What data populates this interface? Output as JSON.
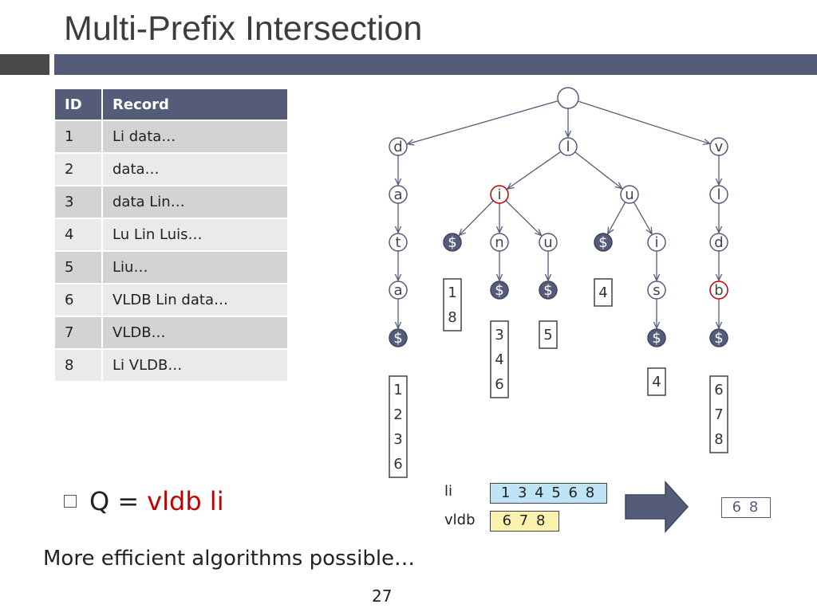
{
  "slide": {
    "title": "Multi-Prefix Intersection",
    "page_number": "27",
    "footer_text": "More efficient algorithms possible…"
  },
  "table": {
    "headers": [
      "ID",
      "Record"
    ],
    "rows": [
      [
        "1",
        "Li data…"
      ],
      [
        "2",
        "data…"
      ],
      [
        "3",
        "data Lin…"
      ],
      [
        "4",
        "Lu Lin Luis…"
      ],
      [
        "5",
        "Liu…"
      ],
      [
        "6",
        "VLDB Lin data…"
      ],
      [
        "7",
        "VLDB…"
      ],
      [
        "8",
        "Li VLDB…"
      ]
    ]
  },
  "query": {
    "label": "Q =",
    "value": "vldb li"
  },
  "trie": {
    "nodes": [
      {
        "label": "",
        "style": "root"
      },
      {
        "label": "d",
        "style": "normal"
      },
      {
        "label": "l",
        "style": "normal"
      },
      {
        "label": "v",
        "style": "normal"
      },
      {
        "label": "a",
        "style": "normal"
      },
      {
        "label": "i",
        "style": "highlight"
      },
      {
        "label": "u",
        "style": "normal"
      },
      {
        "label": "l",
        "style": "normal"
      },
      {
        "label": "t",
        "style": "normal"
      },
      {
        "label": "$",
        "style": "terminal"
      },
      {
        "label": "n",
        "style": "normal"
      },
      {
        "label": "u",
        "style": "normal"
      },
      {
        "label": "$",
        "style": "terminal"
      },
      {
        "label": "i",
        "style": "normal"
      },
      {
        "label": "d",
        "style": "normal"
      },
      {
        "label": "a",
        "style": "normal"
      },
      {
        "label": "$",
        "style": "terminal"
      },
      {
        "label": "$",
        "style": "terminal"
      },
      {
        "label": "s",
        "style": "normal"
      },
      {
        "label": "b",
        "style": "highlight"
      },
      {
        "label": "$",
        "style": "terminal"
      },
      {
        "label": "$",
        "style": "terminal"
      },
      {
        "label": "$",
        "style": "terminal"
      }
    ],
    "edges": [
      [
        0,
        1
      ],
      [
        0,
        2
      ],
      [
        0,
        3
      ],
      [
        1,
        4
      ],
      [
        2,
        5
      ],
      [
        2,
        6
      ],
      [
        3,
        7
      ],
      [
        4,
        8
      ],
      [
        5,
        9
      ],
      [
        5,
        10
      ],
      [
        5,
        11
      ],
      [
        6,
        12
      ],
      [
        6,
        13
      ],
      [
        7,
        14
      ],
      [
        8,
        15
      ],
      [
        10,
        16
      ],
      [
        11,
        17
      ],
      [
        13,
        18
      ],
      [
        14,
        19
      ],
      [
        15,
        20
      ],
      [
        18,
        21
      ],
      [
        19,
        22
      ]
    ],
    "id_lists": [
      {
        "items": [
          "1",
          "2",
          "3",
          "6"
        ]
      },
      {
        "items": [
          "1",
          "8"
        ]
      },
      {
        "items": [
          "3",
          "4",
          "6"
        ]
      },
      {
        "items": [
          "5"
        ]
      },
      {
        "items": [
          "4"
        ]
      },
      {
        "items": [
          "4"
        ]
      },
      {
        "items": [
          "6",
          "7",
          "8"
        ]
      }
    ]
  },
  "intersection": {
    "li_label": "li",
    "li_list": "1 3 4 5 6 8",
    "vldb_label": "vldb",
    "vldb_list": "6 7 8",
    "result": "6 8"
  },
  "colors": {
    "accent": "#555c7a",
    "highlight": "#c00000",
    "li_fill": "#bfe4f5",
    "vldb_fill": "#fbf2b0"
  }
}
